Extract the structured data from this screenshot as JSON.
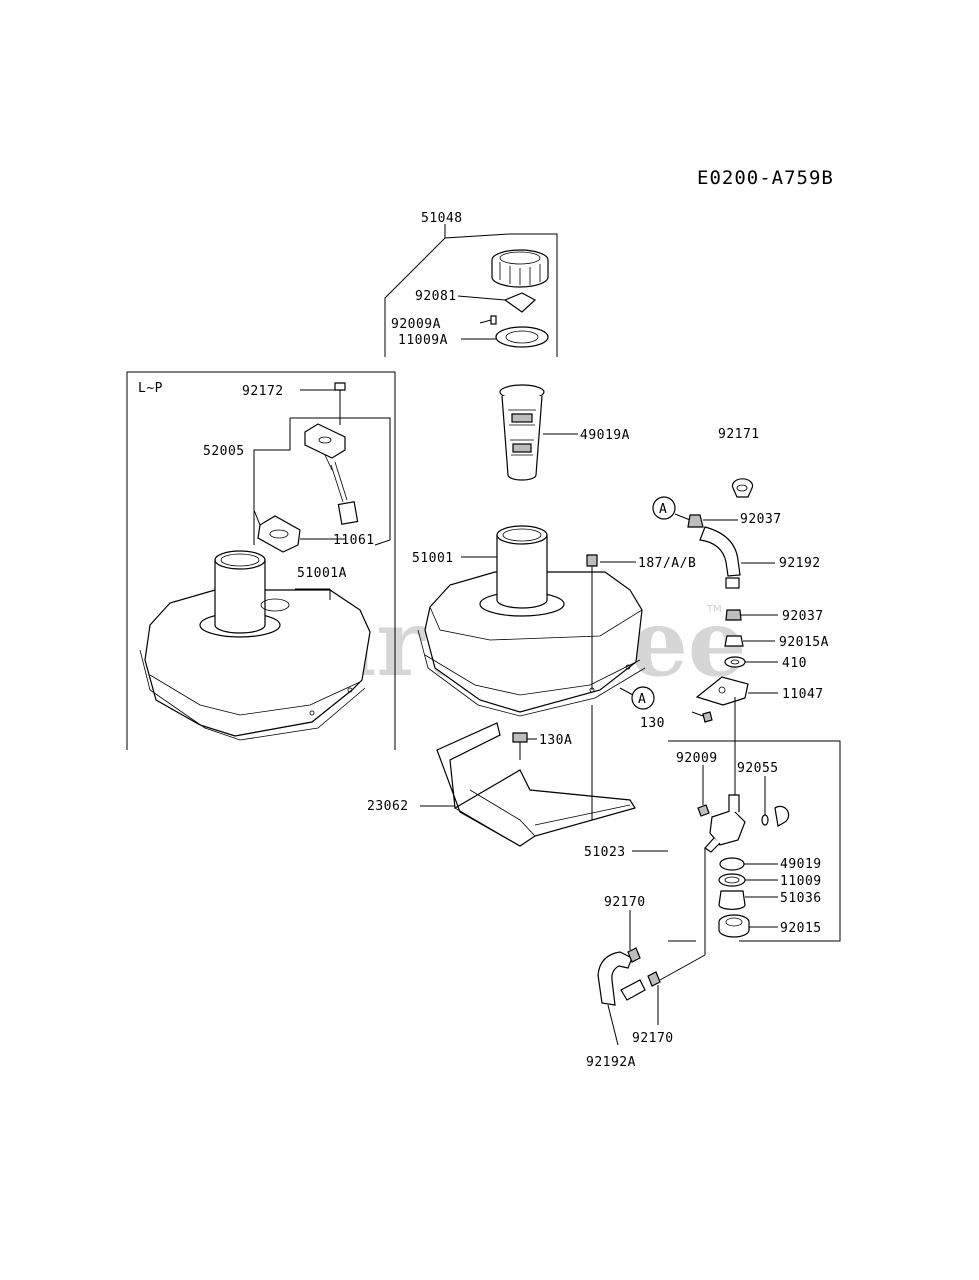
{
  "diagram_code": "E0200-A759B",
  "watermark": "PartsTree",
  "trademark": "TM",
  "inset_label": "L~P",
  "callout_marker": "A",
  "labels": {
    "p51048": "51048",
    "p92081": "92081",
    "p92009A": "92009A",
    "p11009A": "11009A",
    "p92172": "92172",
    "p52005": "52005",
    "p49019A": "49019A",
    "p92171": "92171",
    "p92037a": "92037",
    "p11061": "11061",
    "p51001": "51001",
    "p187AB": "187/A/B",
    "p92192": "92192",
    "p51001A": "51001A",
    "p92037b": "92037",
    "p92015A": "92015A",
    "p410": "410",
    "p11047": "11047",
    "p130": "130",
    "p130A": "130A",
    "p92009": "92009",
    "p92055": "92055",
    "p23062": "23062",
    "p51023": "51023",
    "p49019": "49019",
    "p11009": "11009",
    "p51036": "51036",
    "p92170a": "92170",
    "p92015": "92015",
    "p92170b": "92170",
    "p92192A": "92192A"
  }
}
